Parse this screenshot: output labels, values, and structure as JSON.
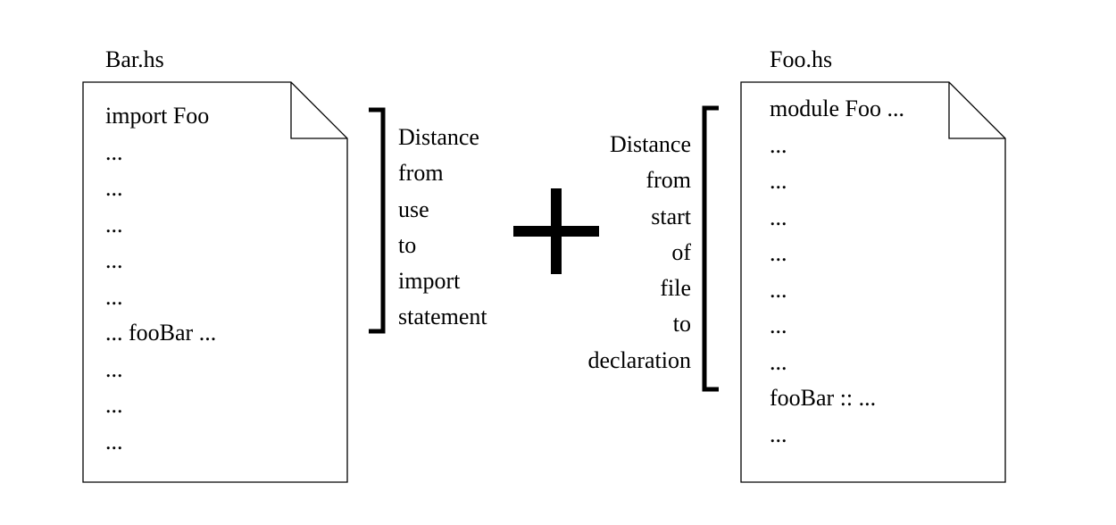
{
  "left_file": {
    "title": "Bar.hs",
    "lines": [
      "import Foo",
      "...",
      "...",
      "...",
      "...",
      "...",
      "... fooBar ...",
      "...",
      "...",
      "..."
    ]
  },
  "right_file": {
    "title": "Foo.hs",
    "lines": [
      "module Foo ...",
      "...",
      "...",
      "...",
      "...",
      "...",
      "...",
      "...",
      "fooBar :: ...",
      "..."
    ]
  },
  "left_annotation": [
    "Distance",
    "from",
    "use",
    "to",
    "import",
    "statement"
  ],
  "right_annotation": [
    "Distance",
    "from",
    "start",
    "of",
    "file",
    "to",
    "declaration"
  ],
  "operator": "plus"
}
